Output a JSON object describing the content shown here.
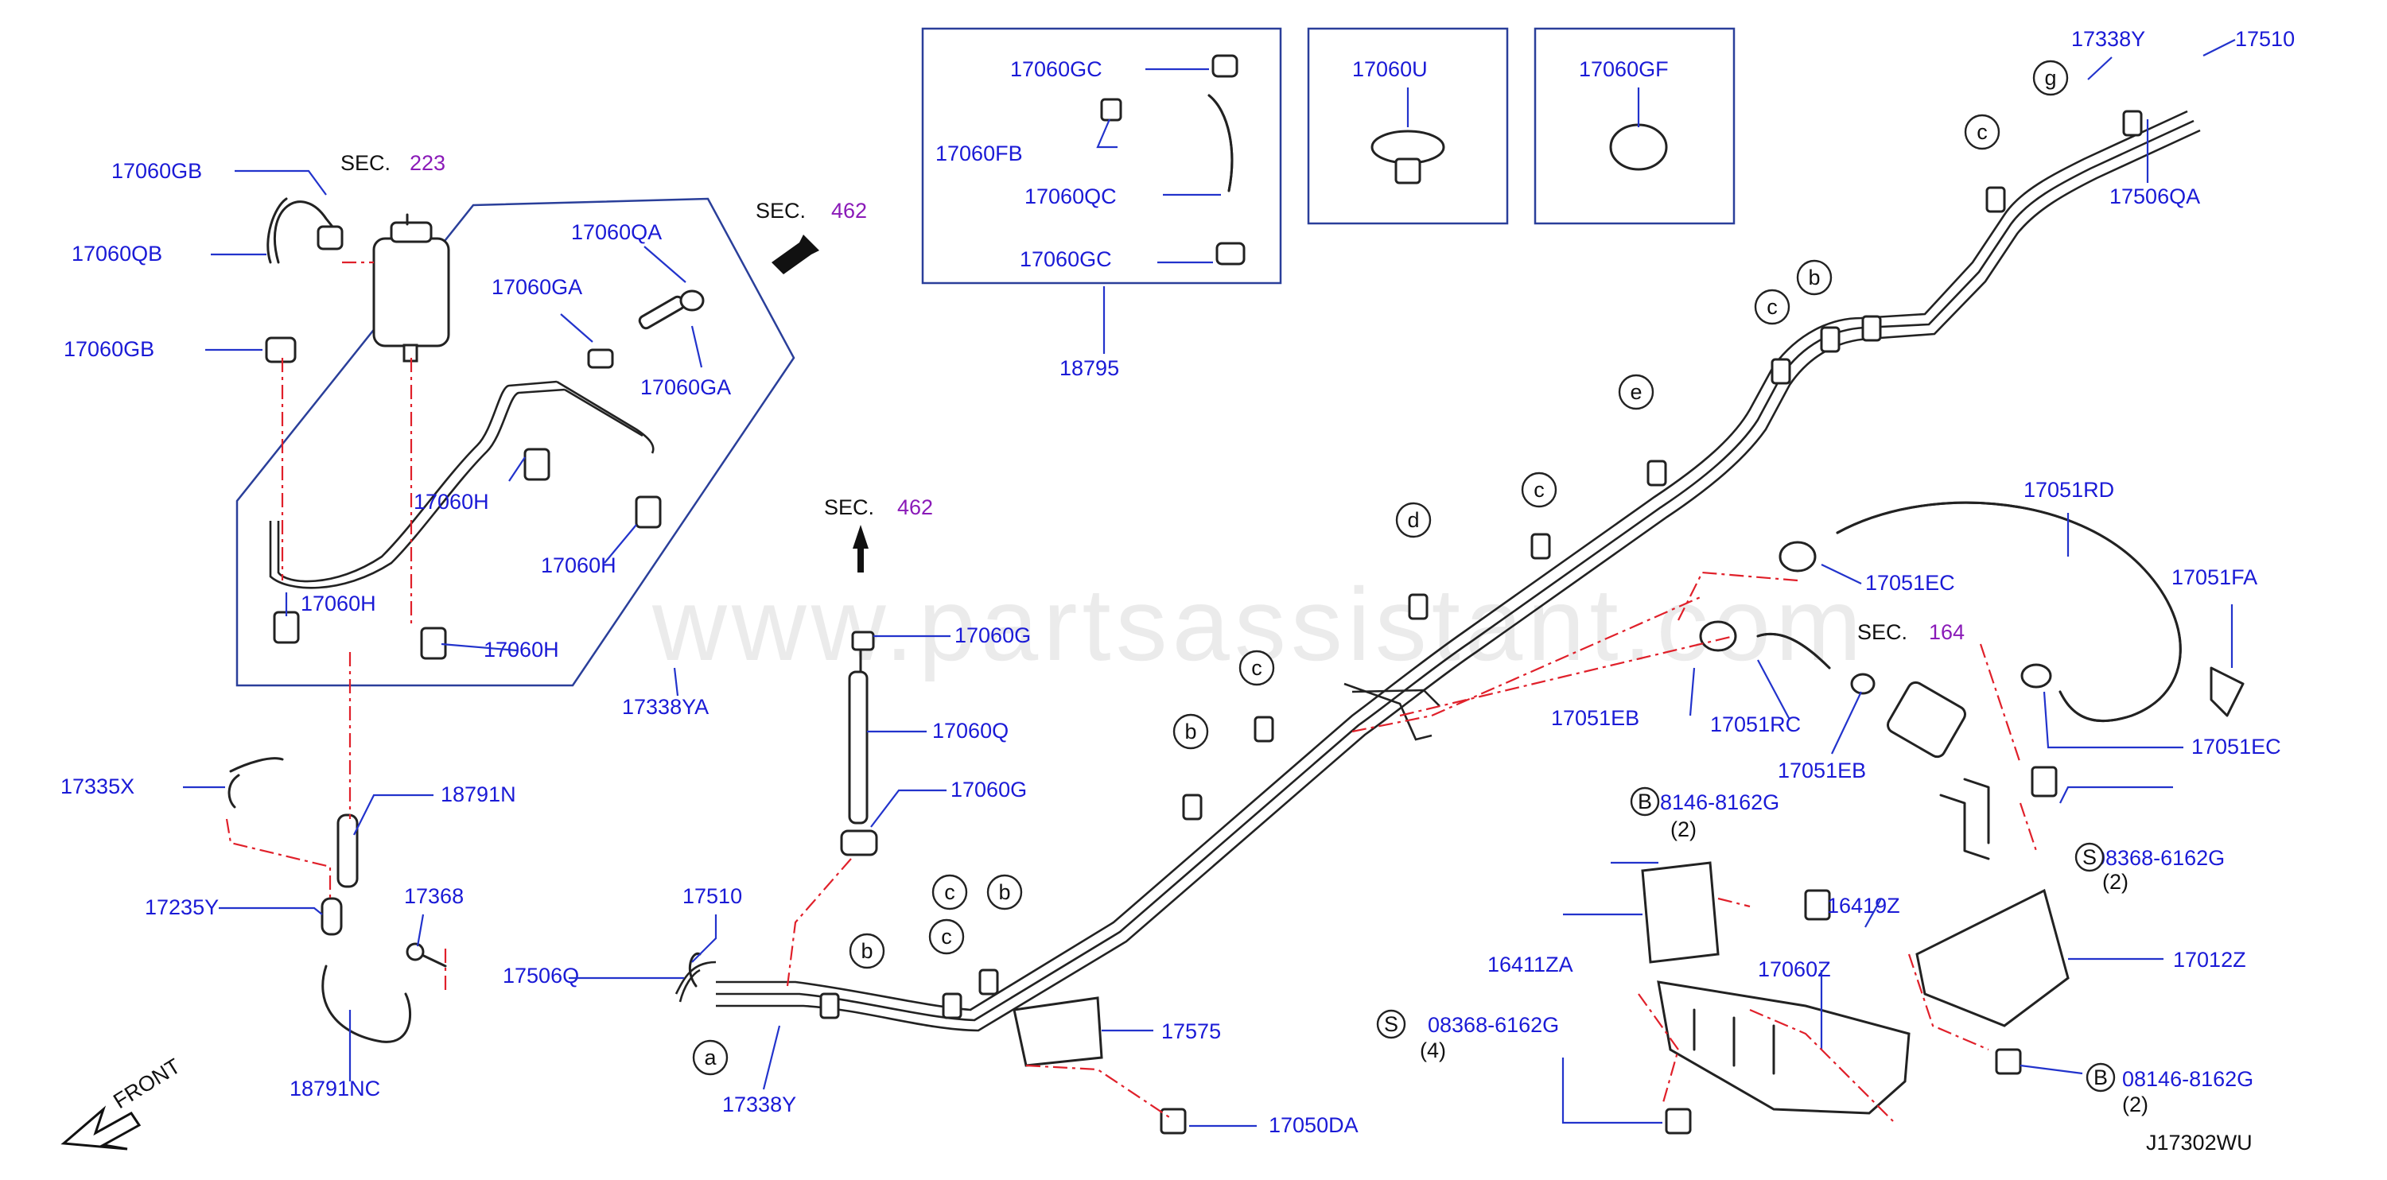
{
  "diagram": {
    "watermark": "www.partsassistant.com",
    "drawing_code": "J17302WU",
    "front_label": "FRONT",
    "sec_prefix": "SEC.",
    "sections": [
      "223",
      "462",
      "462",
      "164"
    ],
    "part_labels": [
      "17060GB",
      "17060QB",
      "17060GB",
      "17060QA",
      "17060GA",
      "17060GA",
      "17060H",
      "17060H",
      "17060H",
      "17060H",
      "17338YA",
      "17060GC",
      "17060FB",
      "17060QC",
      "17060GC",
      "18795",
      "17060U",
      "17060GF",
      "17338Y",
      "17510",
      "17506QA",
      "17051RD",
      "17051FA",
      "17051EC",
      "17051EB",
      "17051RC",
      "17051EB",
      "17051EC",
      "17060G",
      "17060Q",
      "17060G",
      "17335X",
      "18791N",
      "17235Y",
      "17368",
      "18791NC",
      "17510",
      "17506Q",
      "17338Y",
      "17575",
      "17050DA",
      "08146-8162G",
      "(2)",
      "08368-6162G",
      "(2)",
      "16419Z",
      "16411ZA",
      "17060Z",
      "17012Z",
      "08368-6162G",
      "(4)",
      "08146-8162G",
      "(2)"
    ],
    "circle_labels": [
      "g",
      "c",
      "c",
      "b",
      "e",
      "c",
      "d",
      "c",
      "b",
      "c",
      "b",
      "a",
      "b",
      "c"
    ],
    "bolt_markers": [
      "B",
      "S",
      "S",
      "B"
    ]
  }
}
